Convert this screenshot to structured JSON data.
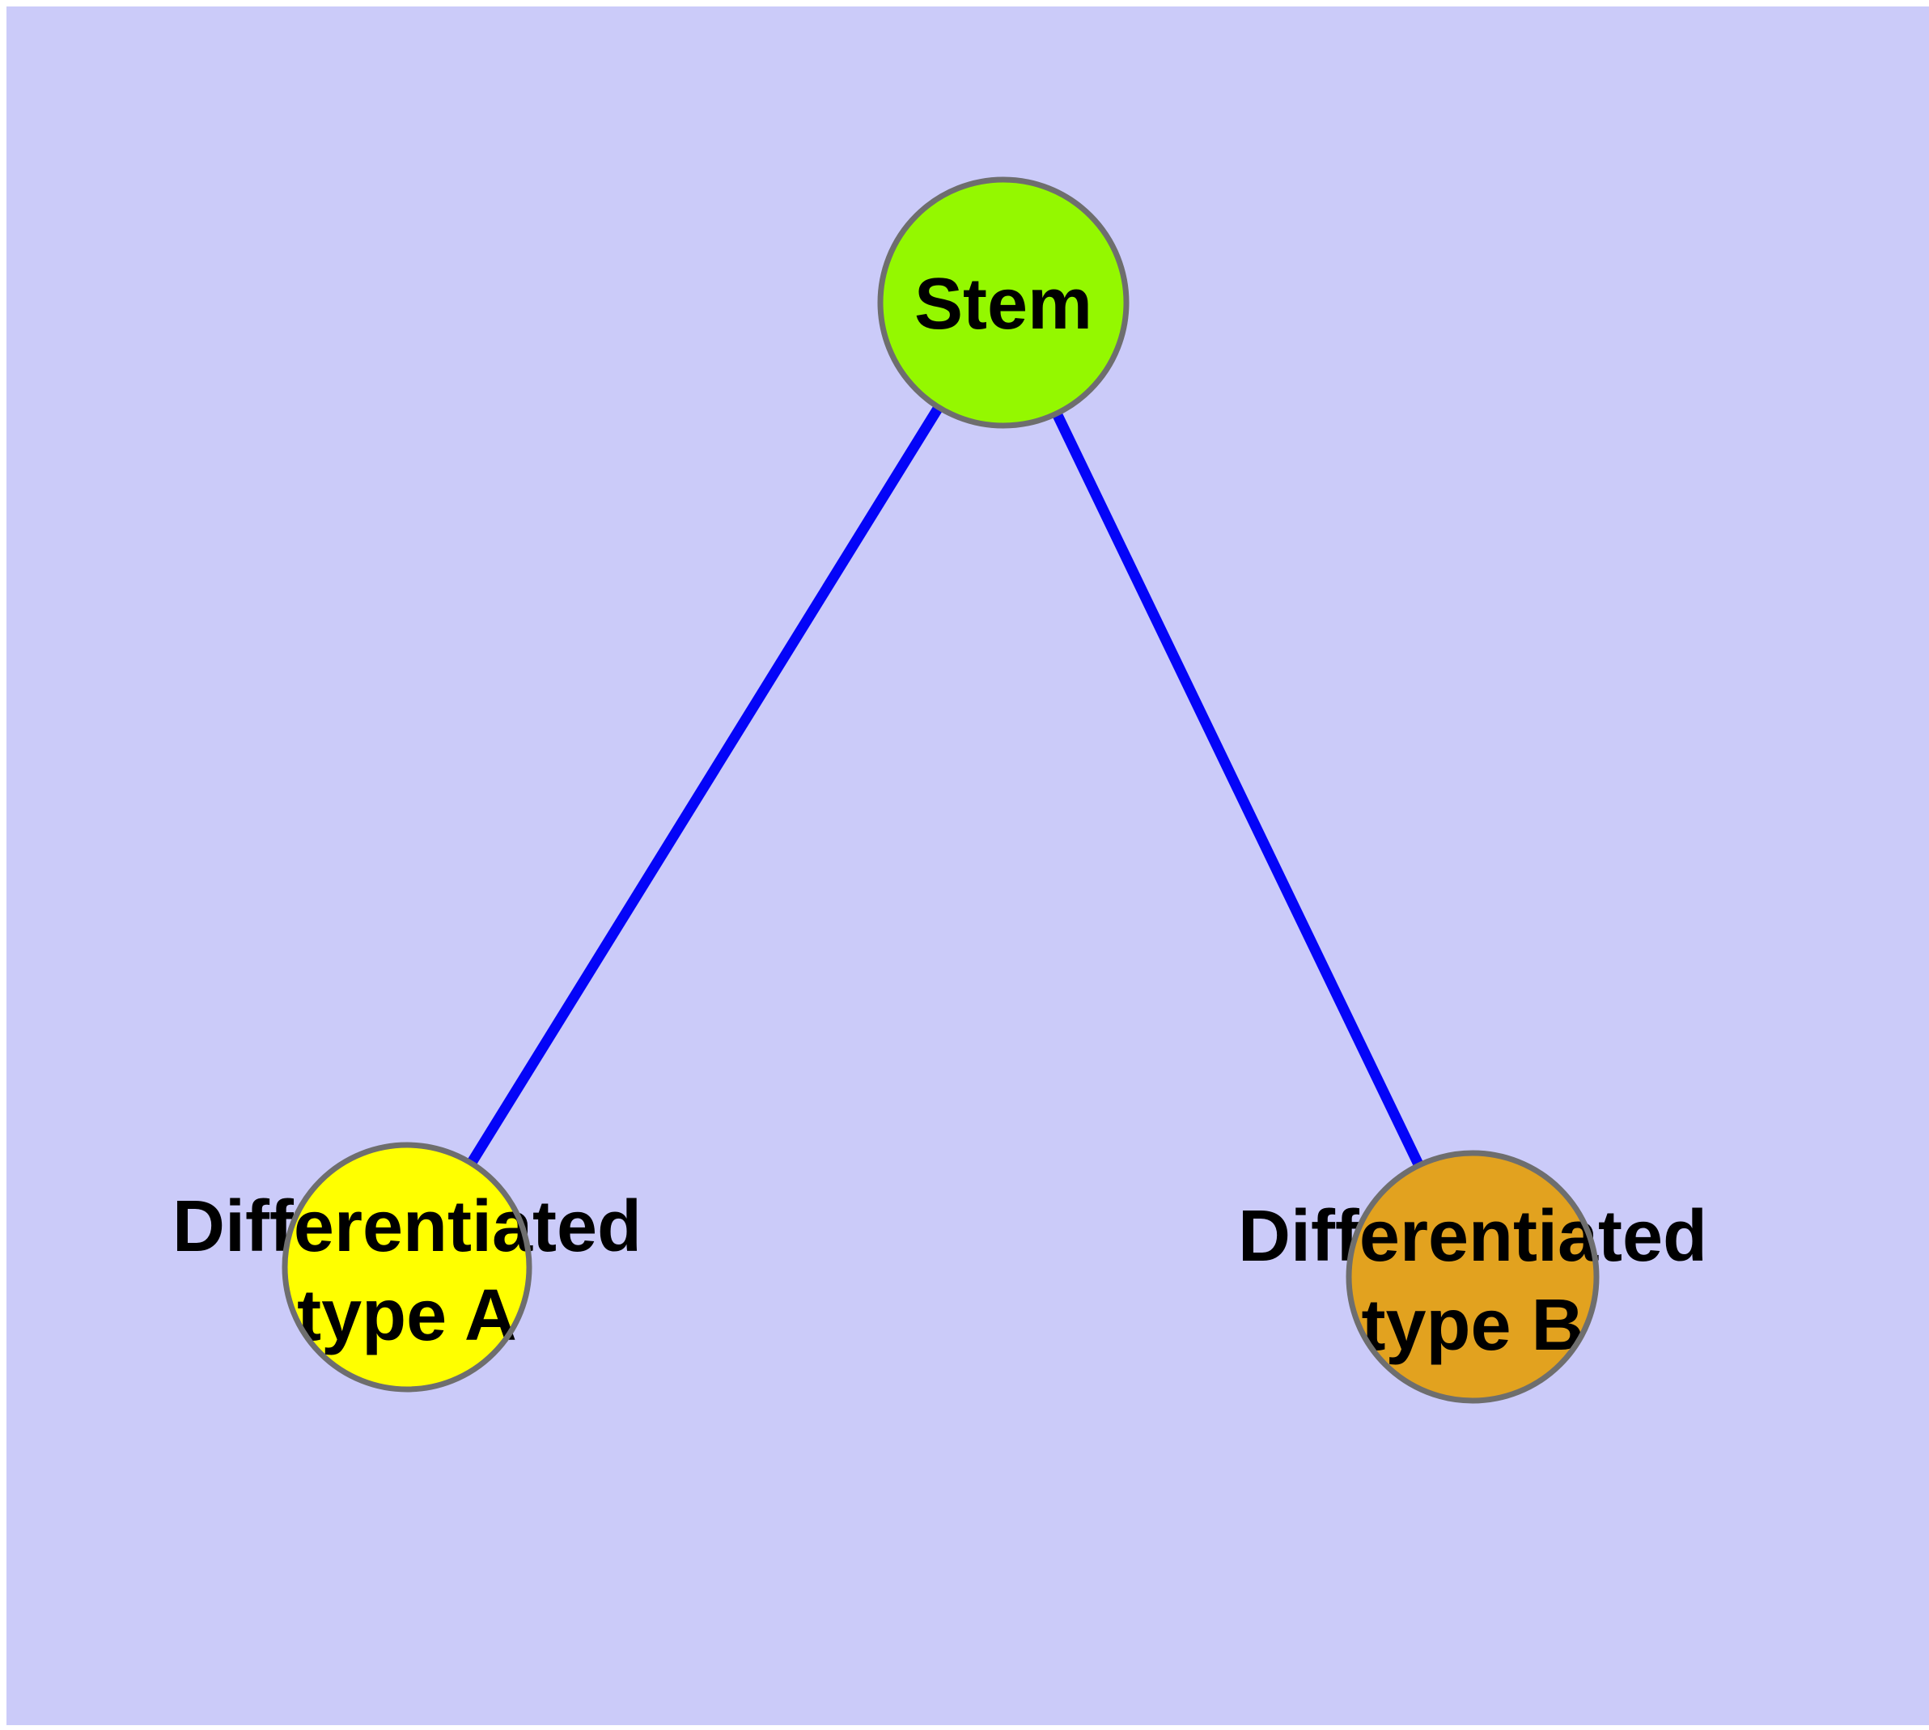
{
  "diagram": {
    "type": "node-link-graph",
    "background": {
      "page_color": "#FFFFFF",
      "plot_color": "#CBCBF9"
    },
    "style": {
      "edge_color": "#0404F8",
      "node_border_color": "#6E6E6E",
      "label_color": "#000000"
    },
    "nodes": [
      {
        "id": "stem",
        "label": "Stem",
        "line1": "Stem",
        "line2": "",
        "color": "#94F800"
      },
      {
        "id": "type-a",
        "label": "Differentiated type A",
        "line1": "Differentiated",
        "line2": "type A",
        "color": "#FFFF00"
      },
      {
        "id": "type-b",
        "label": "Differentiated type B",
        "line1": "Differentiated",
        "line2": "type B",
        "color": "#E2A21F"
      }
    ],
    "edges": [
      {
        "from": "stem",
        "to": "type-a"
      },
      {
        "from": "stem",
        "to": "type-b"
      }
    ]
  }
}
